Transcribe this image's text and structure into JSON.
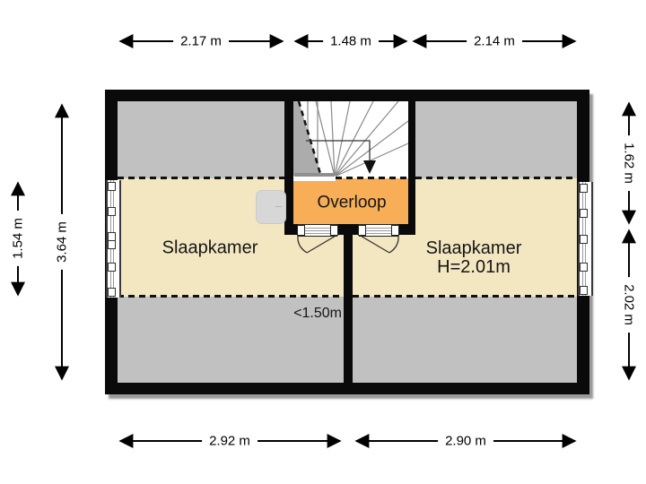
{
  "floorplan": {
    "rooms": [
      {
        "id": "slaapkamer-left",
        "label": "Slaapkamer"
      },
      {
        "id": "overloop",
        "label": "Overloop"
      },
      {
        "id": "slaapkamer-right",
        "label": "Slaapkamer",
        "ceiling_height": "H=2.01m"
      }
    ],
    "annotations": {
      "low_headroom": "<1.50m"
    },
    "colors": {
      "room_floor": "#f3e7c2",
      "landing_floor": "#f7ae57",
      "low_headroom_floor": "#c1c1c1",
      "walls": "#0a0a0a",
      "stair_slope_fill": "#acacac"
    }
  },
  "dimensions": {
    "top": [
      "2.17 m",
      "1.48 m",
      "2.14 m"
    ],
    "bottom": [
      "2.92 m",
      "2.90 m"
    ],
    "left": [
      "1.54 m",
      "3.64 m"
    ],
    "right": [
      "1.62 m",
      "2.02 m"
    ]
  }
}
